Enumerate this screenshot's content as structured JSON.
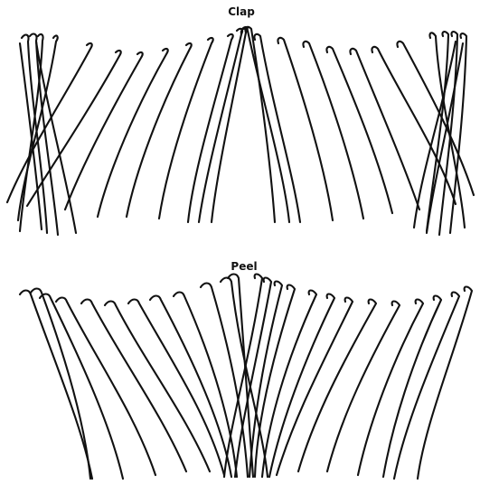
{
  "figure": {
    "panels": [
      {
        "id": "clap",
        "title": "Clap"
      },
      {
        "id": "peel",
        "title": "Peel"
      }
    ]
  },
  "colors": {
    "background": "#ffffff",
    "line": "#111111"
  }
}
